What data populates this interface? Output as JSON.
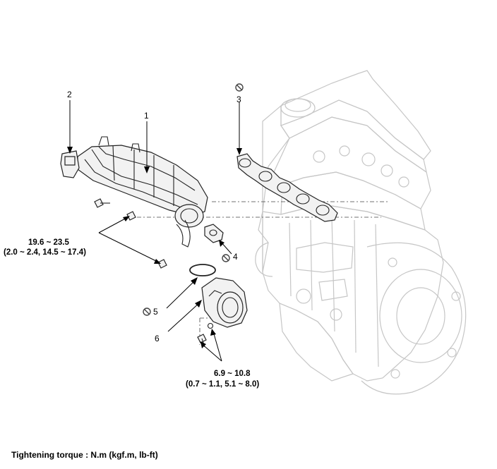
{
  "callouts": {
    "c1": "1",
    "c2": "2",
    "c3": "3",
    "c4": "4",
    "c5": "5",
    "c6": "6"
  },
  "torque_specs": {
    "manifold_bolts": {
      "nm": "19.6 ~ 23.5",
      "converted": "(2.0 ~ 2.4, 14.5 ~ 17.4)"
    },
    "throttle_bolts": {
      "nm": "6.9 ~ 10.8",
      "converted": "(0.7 ~ 1.1, 5.1 ~ 8.0)"
    }
  },
  "caption": "Tightening torque : N.m (kgf.m, lb-ft)",
  "icons": {
    "no_reuse": "no-reuse-icon"
  }
}
